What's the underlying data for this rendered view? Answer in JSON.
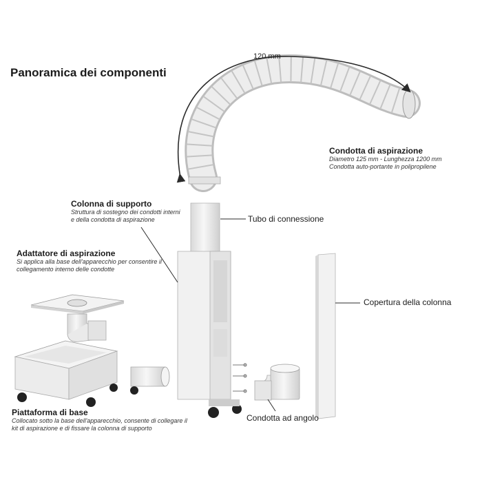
{
  "title": "Panoramica dei componenti",
  "dimension_label": "120 mm",
  "components": {
    "duct": {
      "name": "Condotta di aspirazione",
      "desc_line1": "Diametro 125 mm - Lunghezza 1200 mm",
      "desc_line2": "Condotta auto-portante in polipropilene"
    },
    "column": {
      "name": "Colonna di supporto",
      "desc_line1": "Struttura di sostegno dei condotti interni",
      "desc_line2": "e della condotta di aspirazione"
    },
    "connection_tube": {
      "name": "Tubo di connessione"
    },
    "adapter": {
      "name": "Adattatore di aspirazione",
      "desc_line1": "Si applica alla base dell'apparecchio per  consentire il",
      "desc_line2": "collegamento interno delle condotte"
    },
    "cover": {
      "name": "Copertura della colonna"
    },
    "platform": {
      "name": "Piattaforma di base",
      "desc_line1": "Collocato sotto la base dell'apparecchio, consente di collegare il",
      "desc_line2": "kit di aspirazione e di fissare la colonna di supporto"
    },
    "elbow": {
      "name": "Condotta ad angolo"
    }
  },
  "colors": {
    "line": "#2b2b2b",
    "part": "#eeeeee",
    "shade": "#d6d6d6"
  }
}
